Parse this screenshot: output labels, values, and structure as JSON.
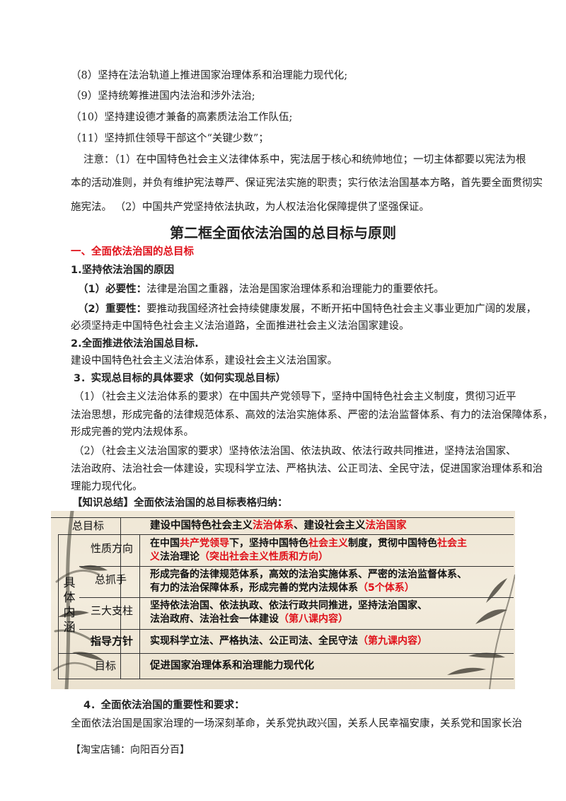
{
  "list_items": [
    "（8）坚持在法治轨道上推进国家治理体系和治理能力现代化;",
    "（9）坚持统筹推进国内法治和涉外法治;",
    "（10）坚持建设德才兼备的高素质法治工作队伍;",
    "（11）坚持抓住领导干部这个“关键少数”；"
  ],
  "note": {
    "line1": "注意：（1）在中国特色社会主义法律体系中，宪法居于核心和统帅地位；一切主体都要以宪法为根",
    "line2": "本的活动准则，并负有维护宪法尊严、保证宪法实施的职责；实行依法治国基本方略，首先要全面贯彻实",
    "line3": "施宪法。 （2）中国共产党坚持依法执政，为人权法治化保障提供了坚强保证。"
  },
  "section_title": "第二框全面依法治国的总目标与原则",
  "heading1": "一、全面依法治国的总目标",
  "sub1": "1.坚持依法治国的原因",
  "necessity": {
    "label": "（1）必要性：",
    "text": "法律是治国之重器，法治是国家治理体系和治理能力的重要依托。"
  },
  "importance": {
    "label": "（2）重要性：",
    "text1": "要推动我国经济社会持续健康发展，不断开拓中国特色社会主义事业更加广阔的发展，",
    "text2": "必须坚持走中国特色社会主义法治道路，全面推进社会主义法治国家建设。"
  },
  "sub2": "2.全面推进依法治国总目标.",
  "sub2_text": "建设中国特色社会主义法治体系，建设社会主义法治国家。",
  "sub3": "3．实现总目标的具体要求（如何实现总目标）",
  "req1": {
    "line1": "（1）（社会主义法治体系的要求）在中国共产党领导下，坚持中国特色社会主义制度，贯彻习近平",
    "line2": "法治思想，形成完备的法律规范体系、高效的法治实施体系、严密的法治监督体系、有力的法治保障体系，",
    "line3": "形成完善的党内法规体系。"
  },
  "req2": {
    "line1": "（2）（社会主义法治国家的要求）坚持依法治国、依法执政、依法行政共同推进，坚持法治国家、",
    "line2": "法治政府、法治社会一体建设，实现科学立法、严格执法、公正司法、全民守法，促进国家治理体系和治",
    "line3": "理能力现代化。"
  },
  "summary_caption": "【知识总结】全面依法治国的总目标表格归纳：",
  "table": {
    "goal_label": "总目标",
    "goal_a": "建设中国特色社会主义",
    "goal_b": "法治体系",
    "goal_c": "、建设社会主义",
    "goal_d": "法治国家",
    "content_label": "具体内涵",
    "rows": [
      {
        "label": "性质方向",
        "l1a": "在中国",
        "l1b": "共产党领导",
        "l1c": "下，坚持中国特色",
        "l1d": "社会主义",
        "l1e": "制度，贯彻中国特色",
        "l1f": "社会主",
        "l2a": "义",
        "l2b": "法治理论",
        "l2c": "（突出社会主义性质和方向）"
      },
      {
        "label": "总抓手",
        "l1": "形成完备的法律规范体系，高效的法治实施体系、严密的法治监督体系、",
        "l2a": "有力的法治保障体系，形成完善的党内法规体系",
        "l2b": "（5个体系）"
      },
      {
        "label": "三大支柱",
        "l1": "坚持依法治国、依法执政、依法行政共同推进，坚持法治国家、",
        "l2a": "法治政府、法治社会一体建设",
        "l2b": "（第八课内容）"
      },
      {
        "label": "指导方针",
        "l1a": "实现科学立法、严格执法、公正司法、全民守法",
        "l1b": "（第九课内容）"
      }
    ],
    "target_label": "目标",
    "target_text": "促进国家治理体系和治理能力现代化"
  },
  "sub4": "4．全面依法治国的重要性和要求：",
  "sub4_text": "全面依法治国是国家治理的一场深刻革命，关系党执政兴国，关系人民幸福安康，关系党和国家长治",
  "footer": "【淘宝店铺：向阳百分百】",
  "colors": {
    "accent_red": "#e0111a",
    "table_bg": "#efe7d6"
  }
}
